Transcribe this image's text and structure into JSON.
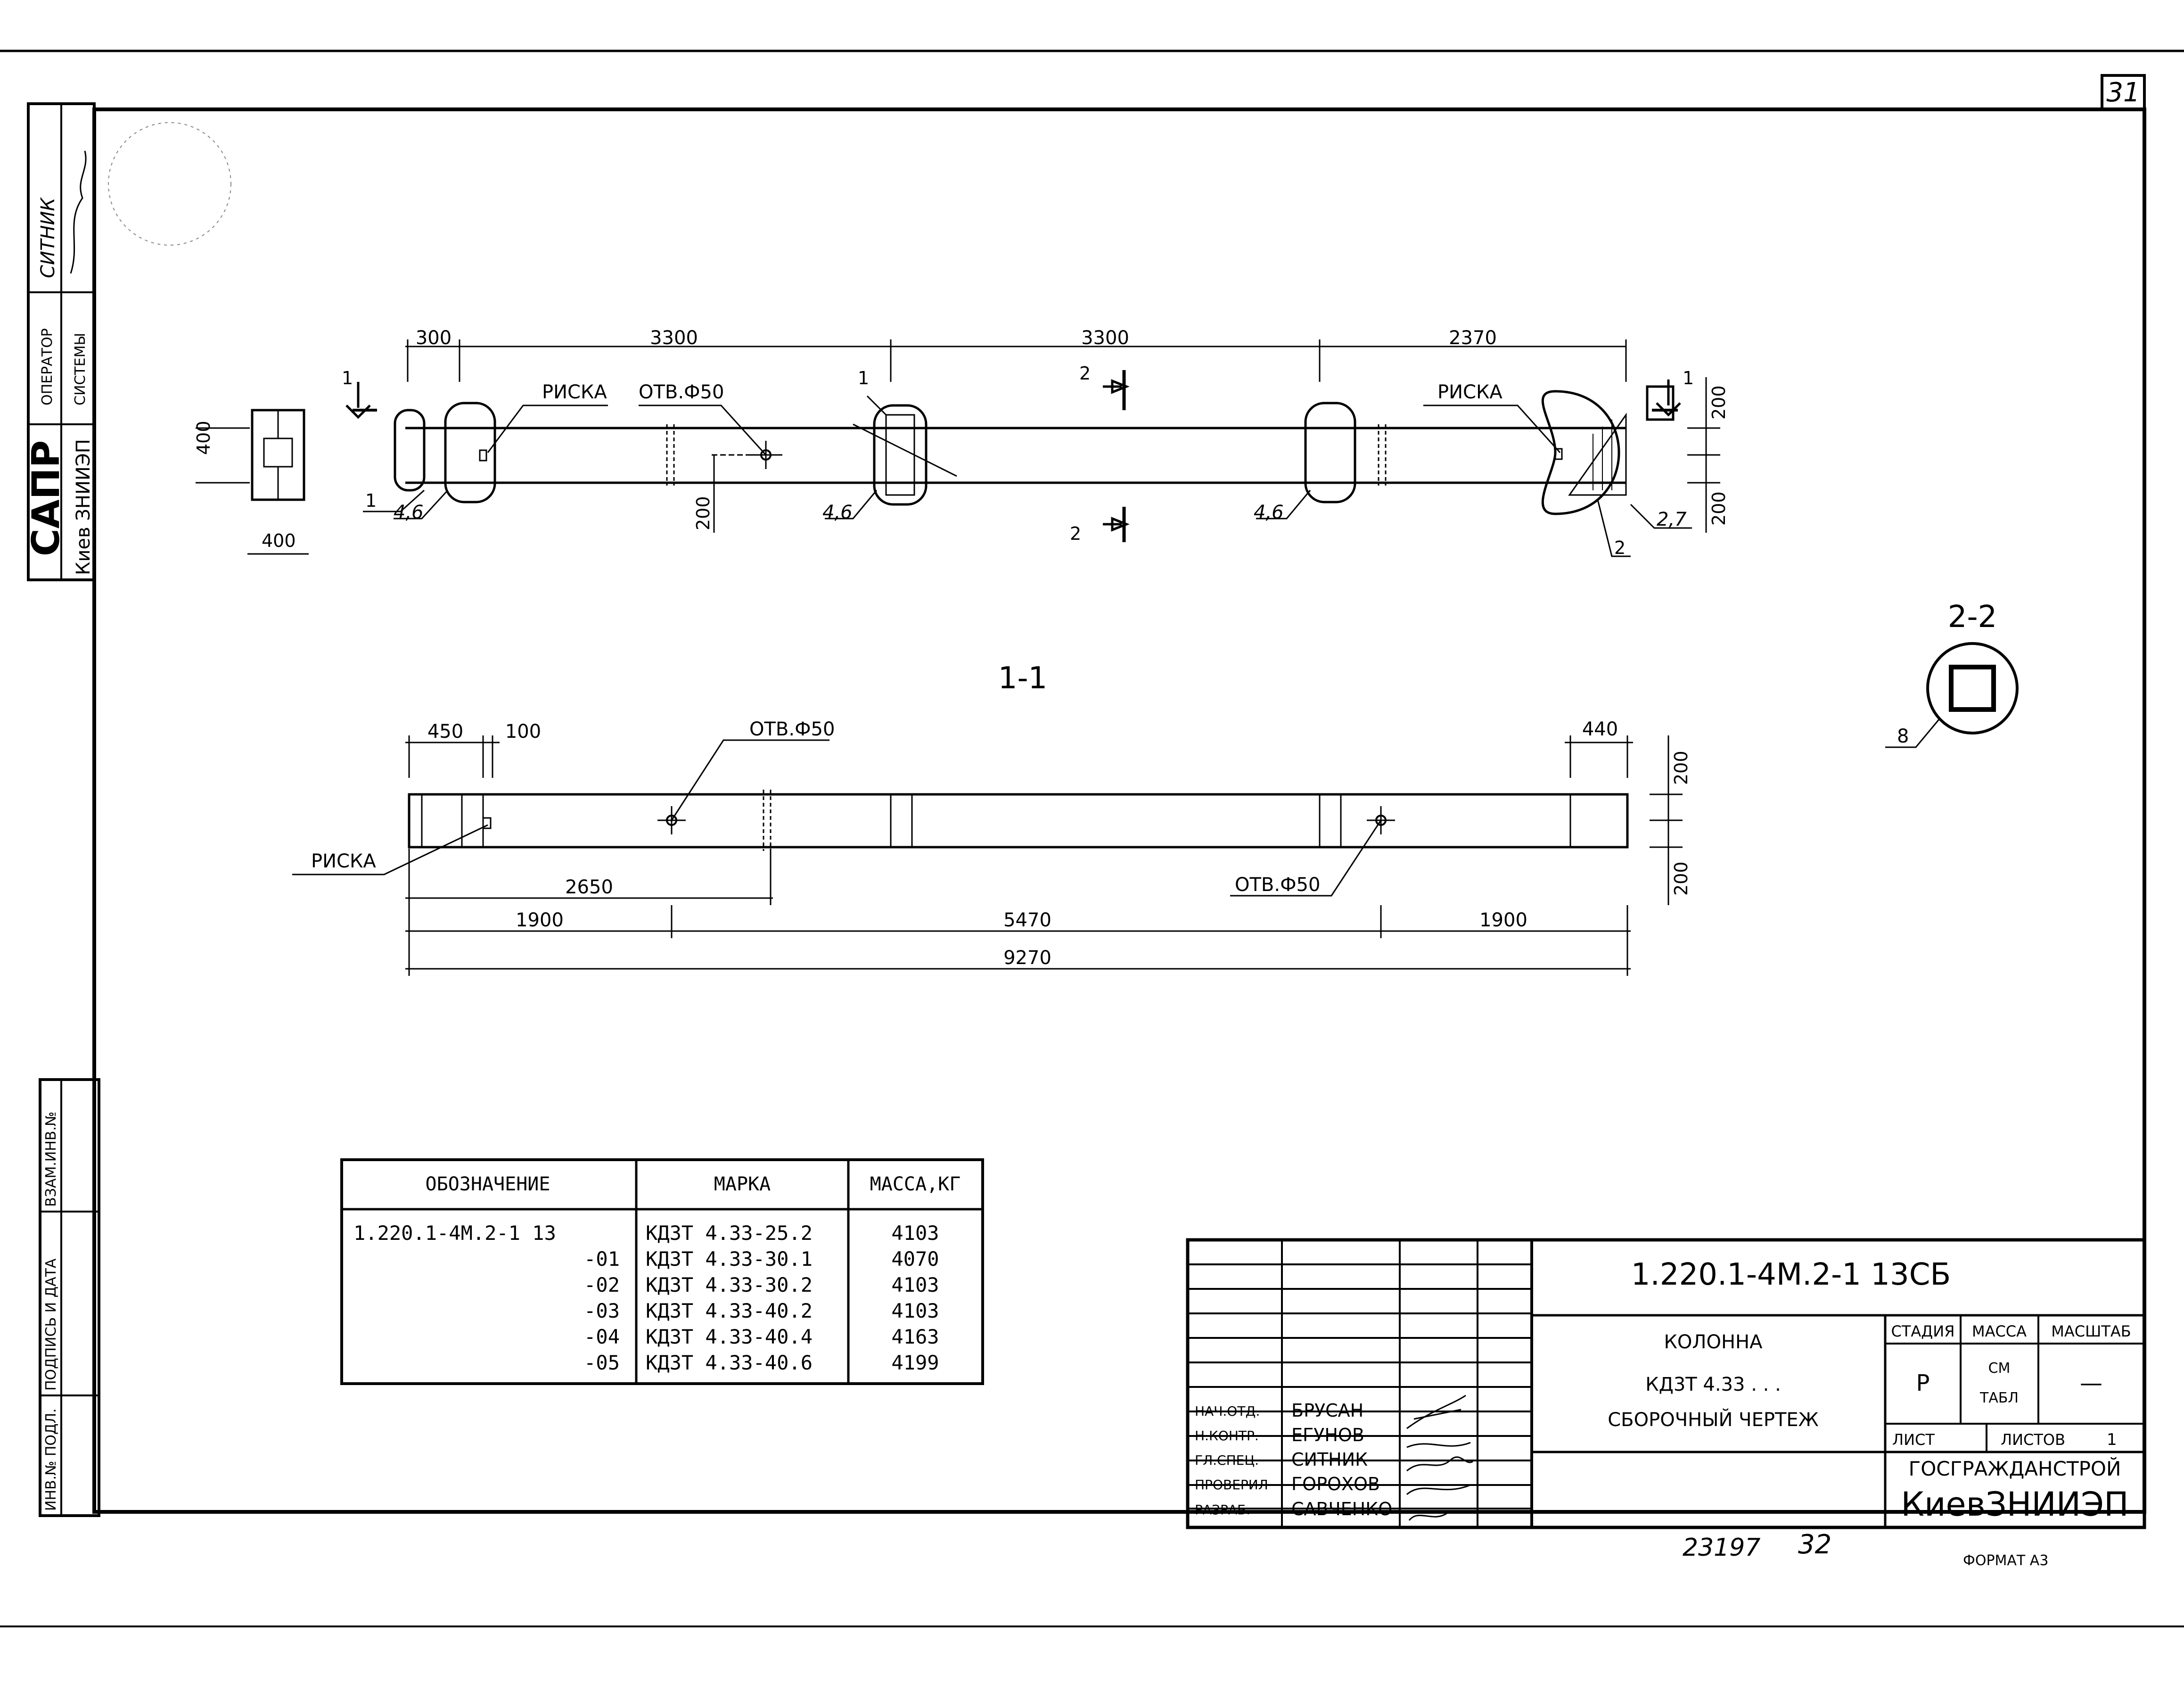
{
  "sheet_number": "31",
  "stamp": {
    "sapr": "САПР",
    "sapr_org": "Киев ЗНИИЭП",
    "operator_line1": "ОПЕРАТОР",
    "operator_line2": "СИСТЕМЫ",
    "operator_name": "СИТНИК"
  },
  "left_margin": {
    "vzam": "ВЗАМ.ИНВ.№",
    "podpis": "ПОДПИСЬ И ДАТА",
    "inv": "ИНВ.№ ПОДЛ."
  },
  "plan_view": {
    "dims": [
      "300",
      "3300",
      "3300",
      "2370"
    ],
    "riska_left": "РИСКА",
    "riska_right": "РИСКА",
    "hole": "ОТВ.Ф50",
    "section_1": "1",
    "section_2": "2",
    "callout_46": "4,6",
    "callout_27": "2,7",
    "callout_1": "1",
    "callout_2": "2",
    "dim_200": "200",
    "dim_400": "400"
  },
  "section_1_1": {
    "title": "1-1",
    "dims_top": [
      "450",
      "100",
      "440"
    ],
    "hole": "ОТВ.Ф50",
    "riska": "РИСКА",
    "dim_2650": "2650",
    "dims_bottom": [
      "1900",
      "5470",
      "1900"
    ],
    "total": "9270",
    "dim_200": "200"
  },
  "section_2_2": {
    "title": "2-2",
    "callout": "8"
  },
  "spec_table": {
    "headers": [
      "ОБОЗНАЧЕНИЕ",
      "МАРКА",
      "МАССА,КГ"
    ],
    "rows": [
      {
        "code": "1.220.1-4М.2-1 13",
        "mark": "КД3Т 4.33-25.2",
        "mass": "4103"
      },
      {
        "code": "-01",
        "mark": "КД3Т 4.33-30.1",
        "mass": "4070"
      },
      {
        "code": "-02",
        "mark": "КД3Т 4.33-30.2",
        "mass": "4103"
      },
      {
        "code": "-03",
        "mark": "КД3Т 4.33-40.2",
        "mass": "4103"
      },
      {
        "code": "-04",
        "mark": "КД3Т 4.33-40.4",
        "mass": "4163"
      },
      {
        "code": "-05",
        "mark": "КД3Т 4.33-40.6",
        "mass": "4199"
      }
    ]
  },
  "title_block": {
    "doc_code": "1.220.1-4М.2-1  13СБ",
    "name_line1": "КОЛОННА",
    "name_line2": "КД3Т 4.33 . . .",
    "name_line3": "СБОРОЧНЫЙ ЧЕРТЕЖ",
    "stadia_label": "СТАДИЯ",
    "massa_label": "МАССА",
    "masshtab_label": "МАСШТАБ",
    "stadia": "Р",
    "massa_line1": "СМ",
    "massa_line2": "ТАБЛ",
    "masshtab": "—",
    "list_label": "ЛИСТ",
    "listov_label": "ЛИСТОВ",
    "listov": "1",
    "org_line1": "ГОСГРАЖДАНСТРОЙ",
    "org_line2": "КиевЗНИИЭП",
    "roles": [
      {
        "role": "НАЧ.ОТД.",
        "name": "БРУСАН"
      },
      {
        "role": "Н.КОНТР.",
        "name": "ЕГУНОВ"
      },
      {
        "role": "ГЛ.СПЕЦ.",
        "name": "СИТНИК"
      },
      {
        "role": "ПРОВЕРИЛ",
        "name": "ГОРОХОВ"
      },
      {
        "role": "РАЗРАБ.",
        "name": "САВЧЕНКО"
      }
    ]
  },
  "footer": {
    "inv_number": "23197",
    "page": "32",
    "format": "ФОРМАТ А3"
  }
}
